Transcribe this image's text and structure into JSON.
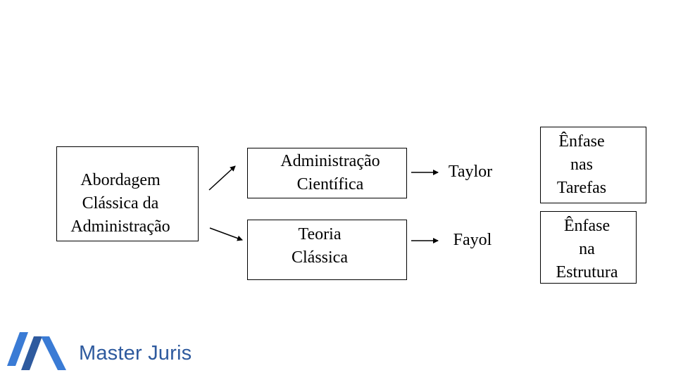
{
  "diagram": {
    "root": {
      "lines": [
        "Abordagem",
        "Clássica da",
        "Administração"
      ]
    },
    "branch_top": {
      "lines": [
        "Administração",
        "Científica"
      ]
    },
    "branch_bottom": {
      "lines": [
        "Teoria",
        "Clássica"
      ]
    },
    "author_top": "Taylor",
    "author_bottom": "Fayol",
    "emphasis_top": {
      "lines": [
        "Ênfase",
        "nas",
        "Tarefas"
      ]
    },
    "emphasis_bottom": {
      "lines": [
        "Ênfase",
        "na",
        "Estrutura"
      ]
    }
  },
  "logo": {
    "brand": "Master Juris",
    "color": "#2e5a9e",
    "accent": "#3a7bd5"
  }
}
